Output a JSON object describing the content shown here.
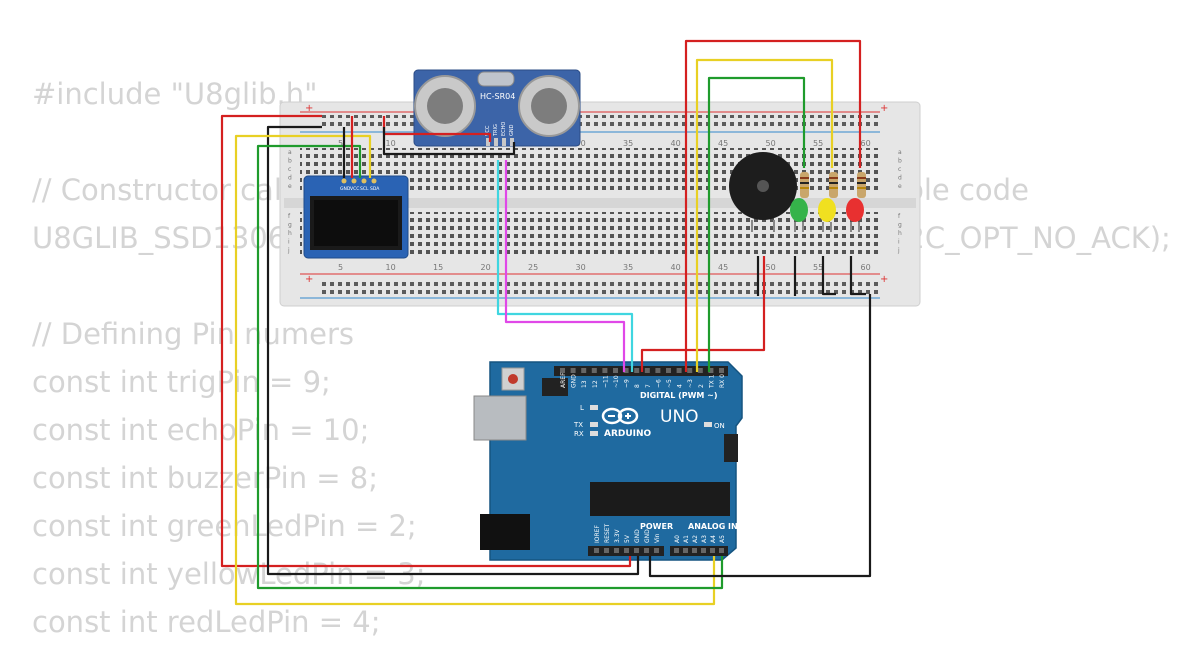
{
  "code_lines": [
    "#include \"U8glib.h\"",
    "",
    "// Constructor call for a SSD1306 128x64 display from example code",
    "U8GLIB_SSD1306_128X64 u8g(U8G_I2C_OPT_DEV_0 | U8G_I2C_OPT_NO_ACK);",
    "",
    "// Defining Pin numers",
    "const int trigPin = 9;",
    "const int echoPin = 10;",
    "const int buzzerPin = 8;",
    "const int greenLedPin = 2;",
    "const int yellowLedPin = 3;",
    "const int redLedPin = 4;"
  ],
  "ultrasonic": {
    "name": "HC-SR04",
    "pins": [
      "VCC",
      "TRIG",
      "ECHO",
      "GND"
    ]
  },
  "oled": {
    "pins": [
      "GND",
      "VCC",
      "SCL",
      "SDA"
    ]
  },
  "breadboard": {
    "column_numbers": [
      "5",
      "10",
      "15",
      "20",
      "25",
      "30",
      "35",
      "40",
      "45",
      "50",
      "55",
      "60"
    ],
    "row_letters_top": [
      "a",
      "b",
      "c",
      "d",
      "e"
    ],
    "row_letters_bottom": [
      "f",
      "g",
      "h",
      "i",
      "j"
    ]
  },
  "arduino": {
    "brand": "ARDUINO",
    "model": "UNO",
    "digital_label": "DIGITAL (PWM ~)",
    "power_label": "POWER",
    "analog_label": "ANALOG IN",
    "on_label": "ON",
    "l_label": "L",
    "tx_label": "TX",
    "rx_label": "RX",
    "digital_pins": [
      "AREF",
      "GND",
      "13",
      "12",
      "~11",
      "~10",
      "~9",
      "8",
      "7",
      "~6",
      "~5",
      "4",
      "~3",
      "2",
      "TX 1",
      "RX 0"
    ],
    "power_pins": [
      "IOREF",
      "RESET",
      "3.3V",
      "5V",
      "GND",
      "GND",
      "Vin"
    ],
    "analog_pins": [
      "A0",
      "A1",
      "A2",
      "A3",
      "A4",
      "A5"
    ]
  },
  "colors": {
    "wire_red": "#d42020",
    "wire_yellow": "#e8d024",
    "wire_green": "#1f9b2c",
    "wire_black": "#1a1a1a",
    "wire_cyan": "#3fd6e0",
    "wire_magenta": "#e048e8",
    "board_blue": "#1f6aa0",
    "sensor_blue": "#3c64a8"
  }
}
